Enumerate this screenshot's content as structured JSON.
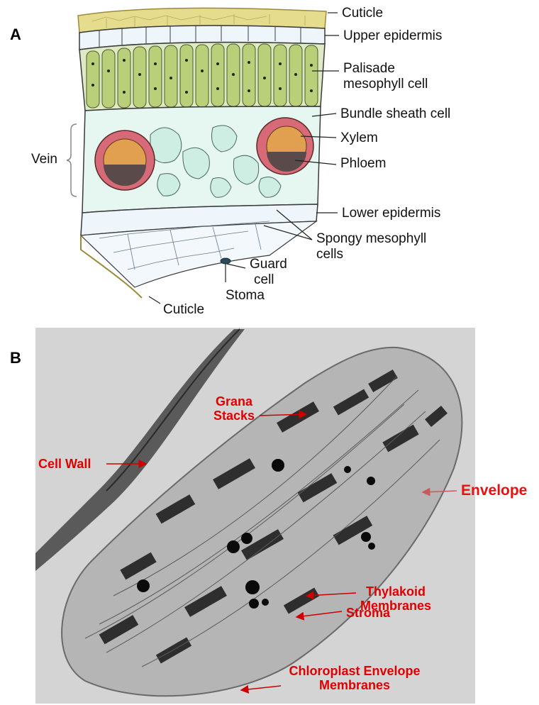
{
  "panel_a": {
    "letter": "A",
    "labels": {
      "cuticle_top": "Cuticle",
      "upper_epidermis": "Upper epidermis",
      "palisade_1": "Palisade",
      "palisade_2": "mesophyll cell",
      "bundle_sheath": "Bundle sheath cell",
      "xylem": "Xylem",
      "phloem": "Phloem",
      "vein": "Vein",
      "lower_epidermis": "Lower epidermis",
      "spongy_1": "Spongy mesophyll",
      "spongy_2": "cells",
      "guard_1": "Guard",
      "guard_2": "cell",
      "stoma": "Stoma",
      "cuticle_bottom": "Cuticle"
    },
    "colors": {
      "palisade": "#b9cf7a",
      "spongy": "#cfeee3",
      "bundle_sheath": "#d86a78",
      "xylem": "#e0a050",
      "phloem": "#5a4a4a",
      "cuticle": "#e6dc8e",
      "epidermis": "#eef6fb"
    }
  },
  "panel_b": {
    "letter": "B",
    "labels": {
      "grana_1": "Grana",
      "grana_2": "Stacks",
      "cell_wall": "Cell Wall",
      "envelope": "Envelope",
      "thylakoid_1": "Thylakoid",
      "thylakoid_2": "Membranes",
      "stroma": "Stroma",
      "cp_env_1": "Chloroplast Envelope",
      "cp_env_2": "Membranes"
    },
    "colors": {
      "label_red": "#e00000",
      "envelope_red": "#e81010",
      "arrow_red": "#cc0000",
      "envelope_arrow": "#c85a5a",
      "micrograph_bg": "#d4d4d4",
      "chloroplast": "#b5b5b5",
      "grana": "#2e2e2e"
    }
  }
}
